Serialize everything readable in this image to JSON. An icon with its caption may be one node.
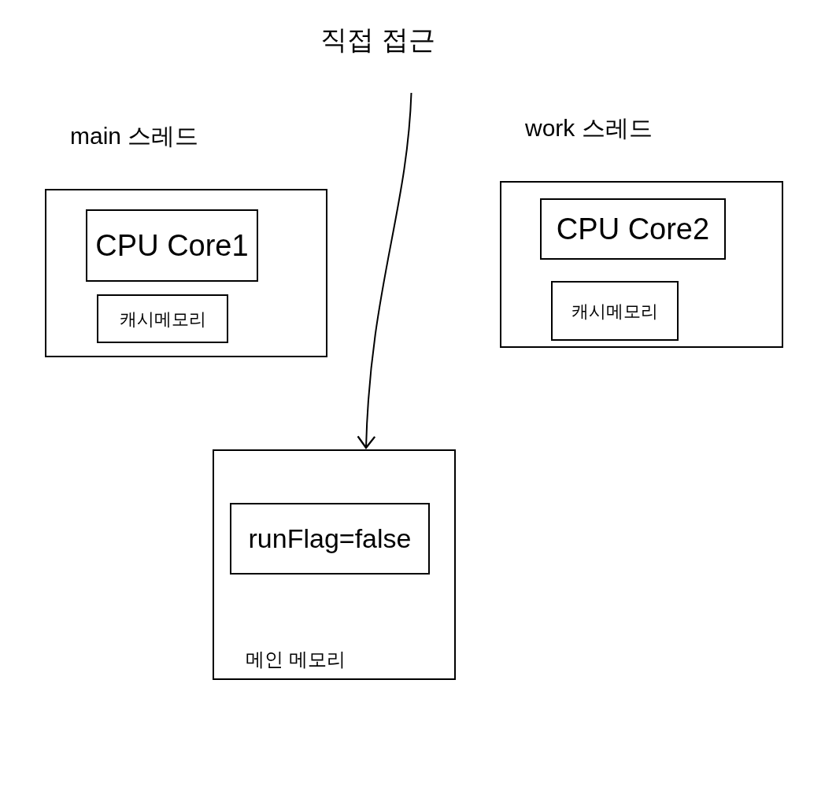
{
  "diagram": {
    "nodes": [
      {
        "text": [
          "main 스레드"
        ]
      },
      {
        "text": [
          "CPU Core1"
        ],
        "in": 0
      },
      {
        "text": [
          "캐시메모리"
        ],
        "in": 0
      },
      {
        "text": [
          "work 스레드"
        ]
      },
      {
        "text": [
          "CPU Core2"
        ],
        "in": 3
      },
      {
        "text": [
          "캐시메모리"
        ],
        "in": 3
      },
      {
        "text": [
          "메인 메모리"
        ]
      },
      {
        "text": [
          "runFlag=false"
        ],
        "in": 6
      },
      {
        "text": [
          "직접 접근"
        ]
      }
    ],
    "edges": [
      {
        "from": 8,
        "to": 6,
        "arrow": "to"
      }
    ]
  }
}
